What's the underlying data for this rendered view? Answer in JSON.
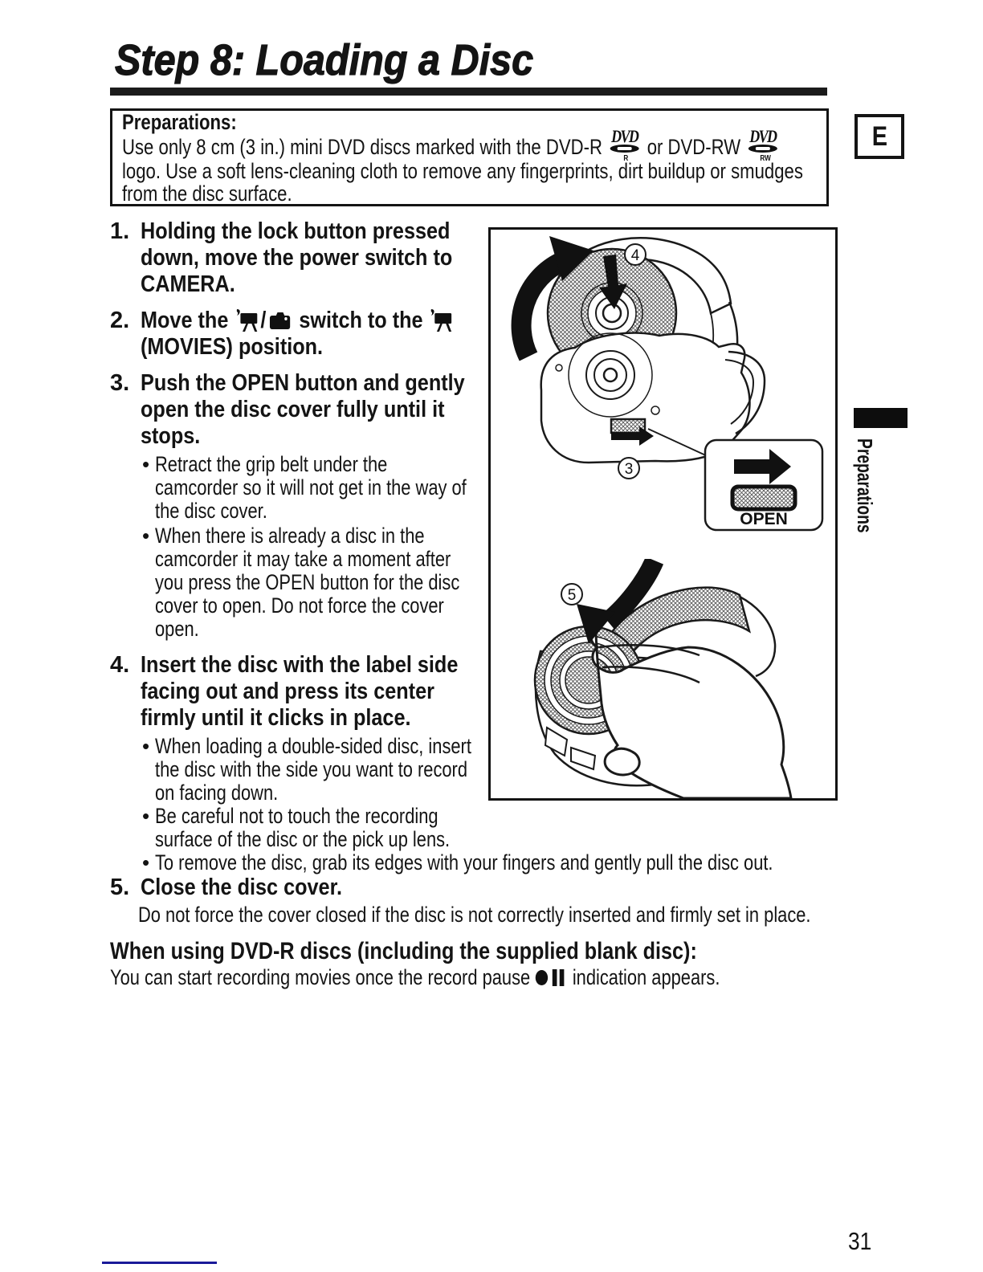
{
  "page": {
    "title": "Step 8: Loading a Disc",
    "page_number": "31",
    "edition_letter": "E",
    "sidebar_label": "Preparations"
  },
  "prep": {
    "heading": "Preparations:",
    "seg1": "Use only 8 cm (3 in.) mini DVD discs marked with the DVD-R",
    "seg2": "or DVD-RW",
    "seg3": "logo. Use a soft lens-cleaning cloth to remove any fingerprints, dirt buildup or smudges\nfrom the disc surface.",
    "dvd_text": "DVD",
    "dvd_r": "R",
    "dvd_rw": "RW"
  },
  "steps": {
    "s1_num": "1.",
    "s1": "Holding the lock button pressed\ndown, move the power switch to\nCAMERA.",
    "s2_num": "2.",
    "s2_before": "Move the ",
    "s2_slash": "/",
    "s2_mid": " switch to the ",
    "s2_line2": "(MOVIES) position.",
    "s2_icons": [
      "movie-camera",
      "still-camera",
      "movie-camera"
    ],
    "s3_num": "3.",
    "s3": "Push the OPEN button and gently\nopen the disc cover fully until it\nstops.",
    "s3_b1": "Retract the grip belt under the\ncamcorder so it will not get in the way of\nthe disc cover.",
    "s3_b2": "When there is already a disc in the\ncamcorder it may take a moment after\nyou press the OPEN button for the disc\ncover to open. Do not force the cover\nopen.",
    "s4_num": "4.",
    "s4": "Insert the disc with the label side\nfacing out and press its center\nfirmly until it clicks in place.",
    "s4_b1": "When loading a double-sided disc, insert\nthe disc with the side you want to record\non facing down.",
    "s4_b2": "Be careful not to touch the recording\nsurface of the disc or the pick up lens.",
    "s4_b3": "To remove the disc, grab its edges with your fingers and gently pull the disc out.",
    "s5_num": "5.",
    "s5": "Close the disc cover.",
    "s5_note": "Do not force the cover closed if the disc is not correctly inserted and firmly set in place.",
    "bullet": "•"
  },
  "footer": {
    "heading": "When using DVD-R discs (including the supplied blank disc):",
    "body_before": "You can start recording movies once the record pause",
    "body_after": "indication appears.",
    "icons": [
      "record-dot",
      "pause-bars"
    ]
  },
  "illustration": {
    "num3": "3",
    "num4": "4",
    "num5": "5",
    "open_label": "OPEN"
  }
}
